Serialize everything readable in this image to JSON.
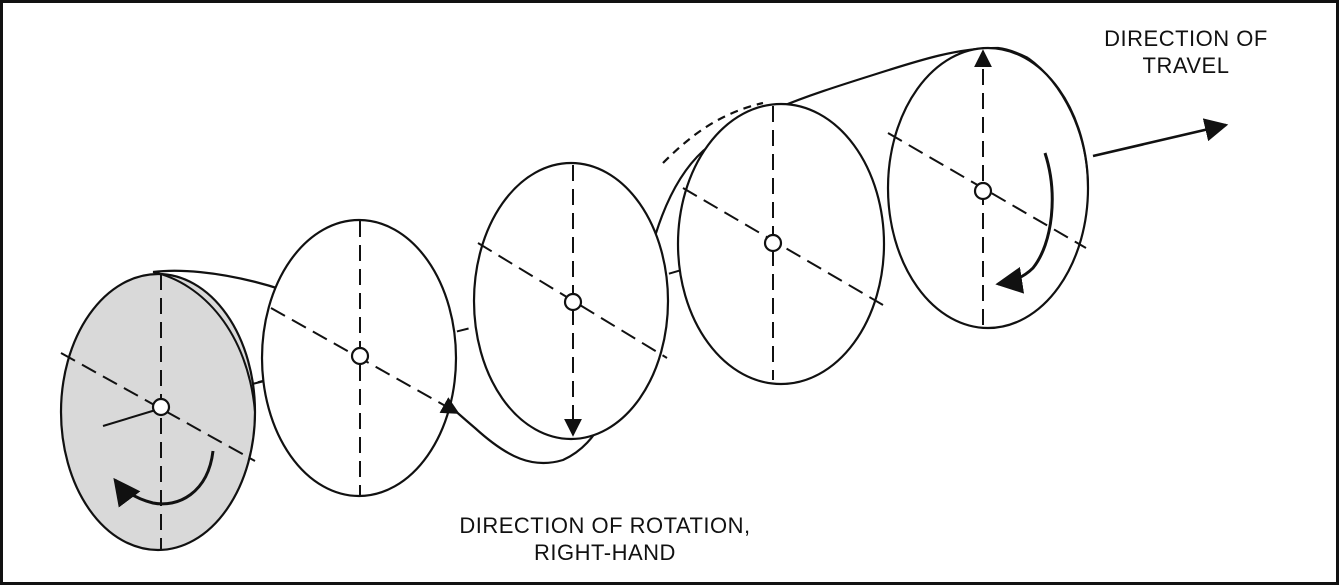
{
  "labels": {
    "travel": [
      "DIRECTION OF",
      "TRAVEL"
    ],
    "rotation": [
      "DIRECTION OF ROTATION,",
      "RIGHT-HAND"
    ]
  },
  "colors": {
    "ink": "#111111",
    "shaded_disc": "#d8d8d8",
    "background": "#ffffff"
  }
}
